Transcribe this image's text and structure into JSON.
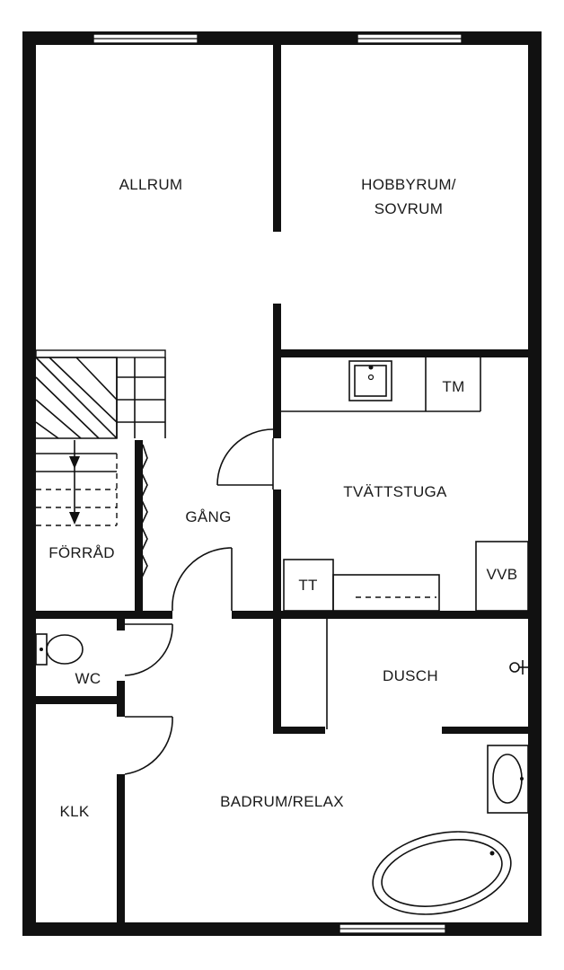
{
  "rooms": {
    "allrum": "ALLRUM",
    "hobbyrum_line1": "HOBBYRUM/",
    "hobbyrum_line2": "SOVRUM",
    "tvattstuga": "TVÄTTSTUGA",
    "tm": "TM",
    "gang": "GÅNG",
    "forrad": "FÖRRÅD",
    "tt": "TT",
    "vvb": "VVB",
    "wc": "WC",
    "dusch": "DUSCH",
    "klk": "KLK",
    "badrum": "BADRUM/RELAX"
  },
  "colors": {
    "wall": "#111111",
    "background": "#ffffff"
  }
}
